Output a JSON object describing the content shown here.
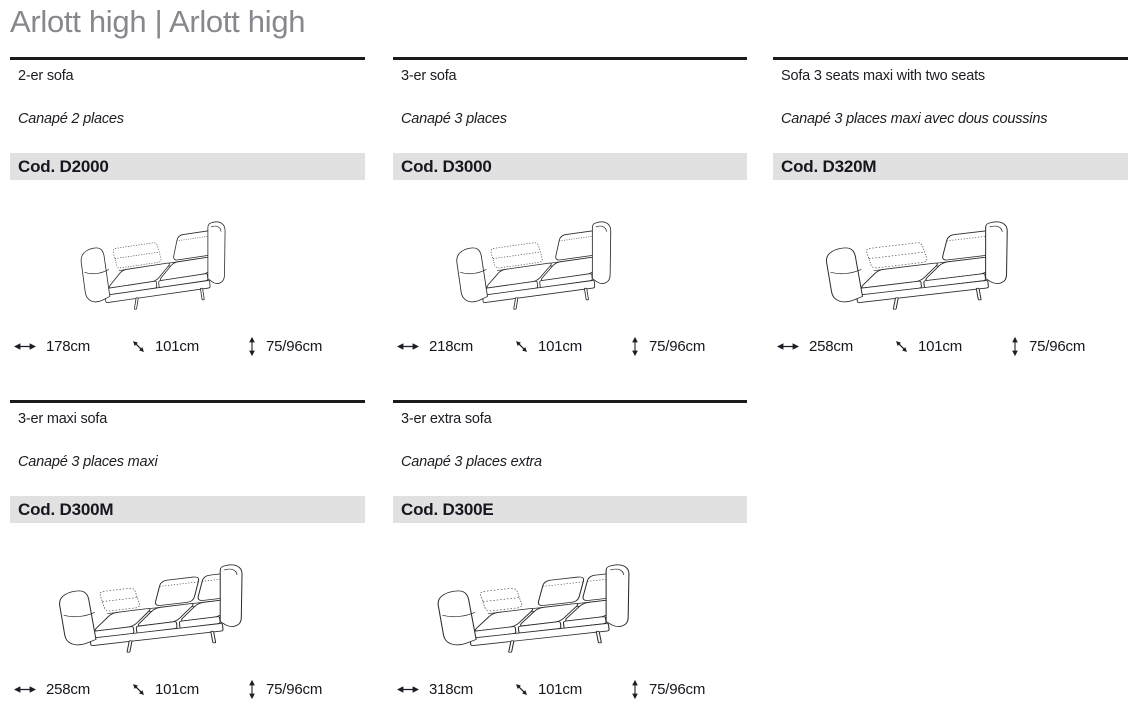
{
  "header": {
    "title": "Arlott high | Arlott high"
  },
  "colors": {
    "title_gray": "#86888e",
    "rule_black": "#1b1b1b",
    "code_bar_background": "#e1e1e1",
    "text_dark": "#1c1c22"
  },
  "dimension_icons": {
    "width": "horizontal-double-arrow",
    "depth": "diagonal-double-arrow",
    "height": "vertical-double-arrow"
  },
  "cells": [
    {
      "title": "2-er sofa",
      "subtitle": "Canapé 2 places",
      "code_label": "Cod. D2000",
      "seats": 2,
      "dimensions": {
        "width": "178cm",
        "depth": "101cm",
        "height": "75/96cm"
      }
    },
    {
      "title": "3-er sofa",
      "subtitle": "Canapé 3 places",
      "code_label": "Cod. D3000",
      "seats": 2,
      "dimensions": {
        "width": "218cm",
        "depth": "101cm",
        "height": "75/96cm"
      }
    },
    {
      "title": "Sofa 3 seats maxi with two seats",
      "subtitle": "Canapé 3 places maxi avec dous coussins",
      "code_label": "Cod. D320M",
      "seats": 2,
      "dimensions": {
        "width": "258cm",
        "depth": "101cm",
        "height": "75/96cm"
      }
    },
    {
      "title": "3-er maxi sofa",
      "subtitle": "Canapé 3 places maxi",
      "code_label": "Cod. D300M",
      "seats": 3,
      "dimensions": {
        "width": "258cm",
        "depth": "101cm",
        "height": "75/96cm"
      }
    },
    {
      "title": "3-er extra sofa",
      "subtitle": "Canapé 3 places extra",
      "code_label": "Cod. D300E",
      "seats": 3,
      "dimensions": {
        "width": "318cm",
        "depth": "101cm",
        "height": "75/96cm"
      }
    }
  ]
}
